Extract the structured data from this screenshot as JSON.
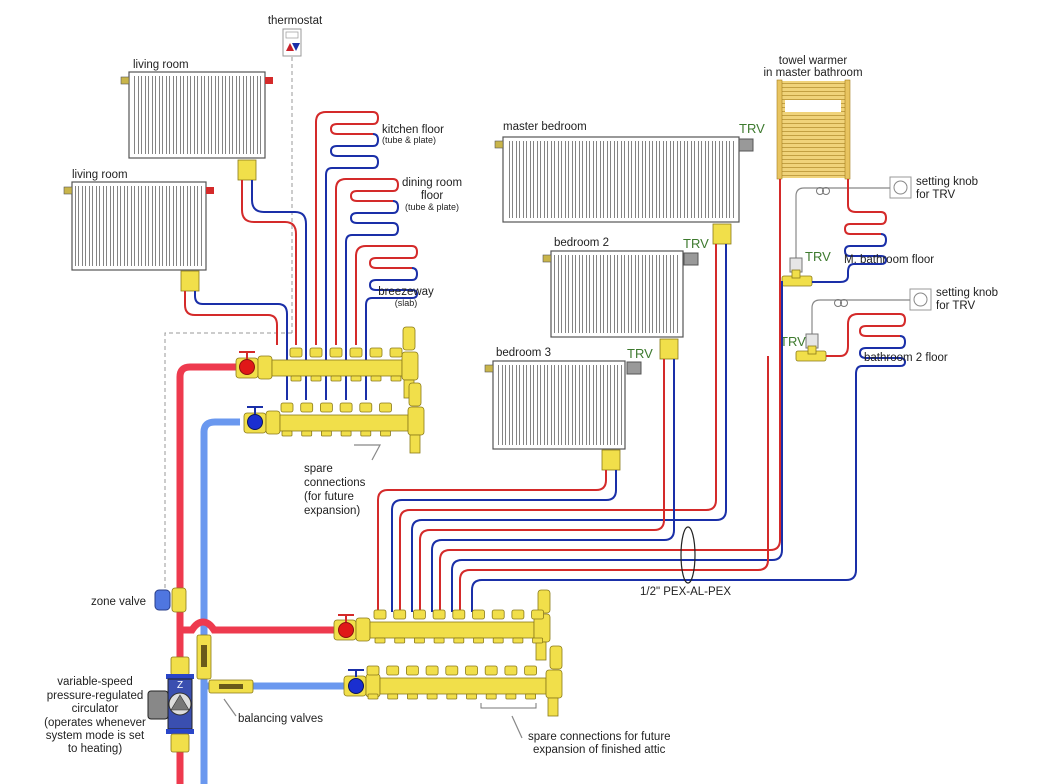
{
  "thermostat": {
    "label": "thermostat"
  },
  "radiators": {
    "living_room_1": {
      "label": "living room"
    },
    "living_room_2": {
      "label": "living room"
    },
    "master_bedroom": {
      "label": "master bedroom",
      "valve": "TRV"
    },
    "bedroom_2": {
      "label": "bedroom 2",
      "valve": "TRV"
    },
    "bedroom_3": {
      "label": "bedroom 3",
      "valve": "TRV"
    }
  },
  "floor_circuits": {
    "kitchen": {
      "label": "kitchen floor",
      "note": "(tube & plate)"
    },
    "dining": {
      "label_line1": "dining room",
      "label_line2": "floor",
      "note": "(tube & plate)"
    },
    "breezeway": {
      "label": "breezeway",
      "note": "(slab)"
    },
    "m_bathroom": {
      "label": "M. bathroom floor",
      "valve": "TRV"
    },
    "bathroom_2": {
      "label": "bathroom 2 floor",
      "valve": "TRV"
    }
  },
  "towel_warmer": {
    "line1": "towel warmer",
    "line2": "in master bathroom"
  },
  "setting_knobs": [
    {
      "line1": "setting knob",
      "line2": "for TRV"
    },
    {
      "line1": "setting knob",
      "line2": "for TRV"
    }
  ],
  "annotations": {
    "spare_upper": [
      "spare",
      "connections",
      "(for future",
      "expansion)"
    ],
    "spare_lower": [
      "spare connections for future",
      "expansion of finished attic"
    ],
    "pex": "1/2\" PEX-AL-PEX",
    "zone_valve": "zone valve",
    "balancing_valves": "balancing valves",
    "circulator": [
      "variable-speed",
      "pressure-regulated",
      "circulator",
      "(operates whenever",
      "system mode is set",
      "to heating)"
    ]
  },
  "colors": {
    "supply": "#d42a2a",
    "return": "#1a2fa8",
    "supply_main": "#ee3a4e",
    "return_main": "#6a98ef",
    "brass": "#f1df4a",
    "trv_text": "#3d7a2e"
  }
}
